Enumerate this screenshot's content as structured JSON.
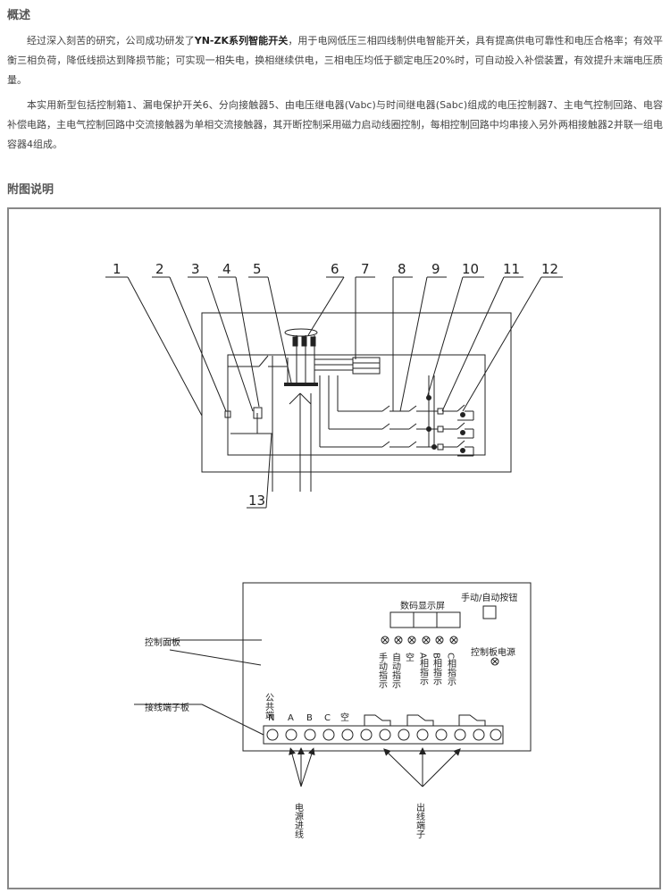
{
  "overview": {
    "title": "概述",
    "p1_a": "经过深入刻苦的研究，公司成功研发了",
    "p1_product": "YN-ZK系列智能开关",
    "p1_b": "，用于电网低压三相四线制供电智能开关，具有提高供电可靠性和电压合格率；有效平衡三相负荷，降低线损达到降损节能；可实现一相失电，换相继续供电，三相电压均低于额定电压20%时，可自动投入补偿装置，有效提升末端电压质量。",
    "p2": "本实用新型包括控制箱1、漏电保护开关6、分向接触器5、由电压继电器(Vabc)与时间继电器(Sabc)组成的电压控制器7、主电气控制回路、电容补偿电路，主电气控制回路中交流接触器为单相交流接触器，其开断控制采用磁力启动线圈控制，每相控制回路中均串接入另外两相接触器2并联一组电容器4组成。"
  },
  "figure_section": {
    "title": "附图说明"
  },
  "diagram1": {
    "labels": [
      "1",
      "2",
      "3",
      "4",
      "5",
      "6",
      "7",
      "8",
      "9",
      "10",
      "11",
      "12",
      "13"
    ]
  },
  "diagram2": {
    "control_panel": "控制面板",
    "terminal_board": "接线端子板",
    "display": "数码显示屏",
    "manual_auto_button": "手动/自动按钮",
    "board_power": "控制板电源",
    "indicators": [
      "手动指示",
      "自动指示",
      "空",
      "A相指示",
      "B相指示",
      "C相指示"
    ],
    "terminal_labels": {
      "common": "公共端",
      "n": "N",
      "a": "A",
      "b": "B",
      "c": "C",
      "empty": "空"
    },
    "power_in": "电源进线",
    "output": "出线端子"
  }
}
